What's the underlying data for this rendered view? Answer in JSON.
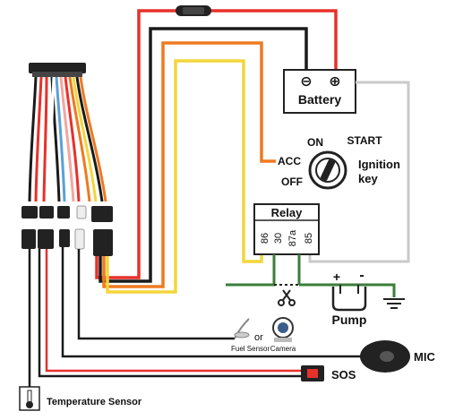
{
  "battery": {
    "label": "Battery",
    "minus": "⊖",
    "plus": "⊕"
  },
  "ignition": {
    "label_line1": "Ignition",
    "label_line2": "key",
    "on": "ON",
    "start": "START",
    "acc": "ACC",
    "off": "OFF"
  },
  "relay": {
    "label": "Relay",
    "pins": [
      "86",
      "30",
      "87a",
      "85"
    ]
  },
  "pump": {
    "label": "Pump",
    "plus": "+",
    "minus": "-"
  },
  "fuel_sensor": {
    "label": "Fuel Sensor"
  },
  "or_text": "or",
  "camera": {
    "label": "Camera"
  },
  "mic": {
    "label": "MIC"
  },
  "sos": {
    "label": "SOS"
  },
  "temperature_sensor": {
    "label": "Temperature Sensor"
  },
  "colors": {
    "red": "#e8302a",
    "black": "#1a1a1a",
    "orange": "#ee7a22",
    "yellow": "#f4d53a",
    "gray": "#c9c9c9",
    "green": "#3a7d3a"
  }
}
